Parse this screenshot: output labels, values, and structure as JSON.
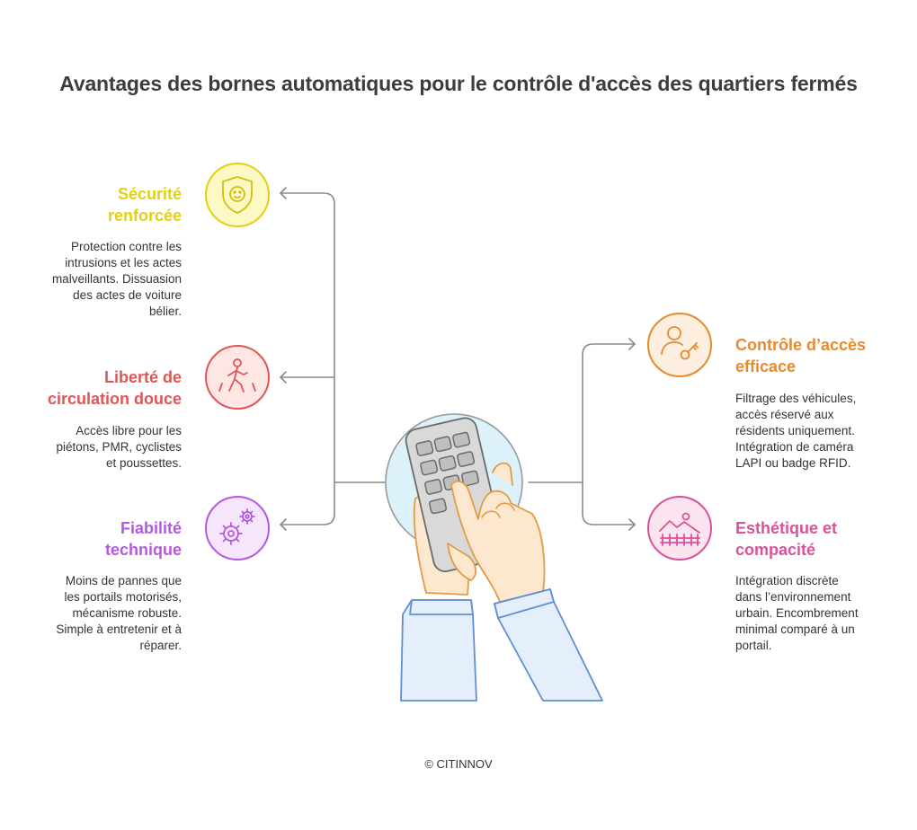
{
  "title": "Avantages des bornes automatiques pour le contrôle d'accès des quartiers fermés",
  "items": [
    {
      "heading_line1": "Sécurité",
      "heading_line2": "renforcée",
      "description_lines": [
        "Protection contre les",
        "intrusions et les actes",
        "malveillants. Dissuasion",
        "des actes de voiture",
        "bélier."
      ],
      "color": "#e3cf16",
      "icon": "shield-face-icon"
    },
    {
      "heading_line1": "Liberté de",
      "heading_line2": "circulation douce",
      "description_lines": [
        "Accès libre pour les",
        "piétons, PMR, cyclistes",
        "et poussettes."
      ],
      "color": "#e05555",
      "icon": "pedestrian-icon"
    },
    {
      "heading_line1": "Fiabilité",
      "heading_line2": "technique",
      "description_lines": [
        "Moins de pannes que",
        "les portails motorisés,",
        "mécanisme robuste.",
        "Simple à entretenir et à",
        "réparer."
      ],
      "color": "#b45ae0",
      "icon": "gears-icon"
    },
    {
      "heading_line1": "Contrôle d’accès",
      "heading_line2": "efficace",
      "description_lines": [
        "Filtrage des véhicules,",
        "accès réservé aux",
        "résidents uniquement.",
        "Intégration de caméra",
        "LAPI ou badge RFID."
      ],
      "color": "#e68a2e",
      "icon": "user-key-icon"
    },
    {
      "heading_line1": "Esthétique et",
      "heading_line2": "compacité",
      "description_lines": [
        "Intégration discrète",
        "dans l’environnement",
        "urbain. Encombrement",
        "minimal comparé à un",
        "portail."
      ],
      "color": "#d9529a",
      "icon": "landscape-fence-icon"
    }
  ],
  "center_icon": "hands-keypad-icon",
  "footer": "© CITINNOV"
}
